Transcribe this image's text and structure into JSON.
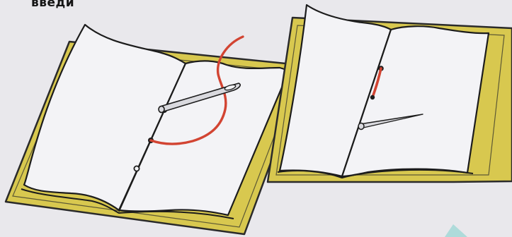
{
  "caption_fragment": "введи",
  "colors": {
    "background": "#e9e8ec",
    "cover": "#d8c84f",
    "cover_outline": "#2a2a2a",
    "page": "#f3f3f6",
    "ink": "#1c1c1c",
    "thread": "#d24432",
    "needle": "#d9d9de"
  },
  "illustrations": [
    {
      "name": "open-book-needle-threading",
      "icon": "sewing-needle-with-red-thread"
    },
    {
      "name": "open-book-needle-pulled-through",
      "icon": "sewing-needle-stitch"
    }
  ]
}
